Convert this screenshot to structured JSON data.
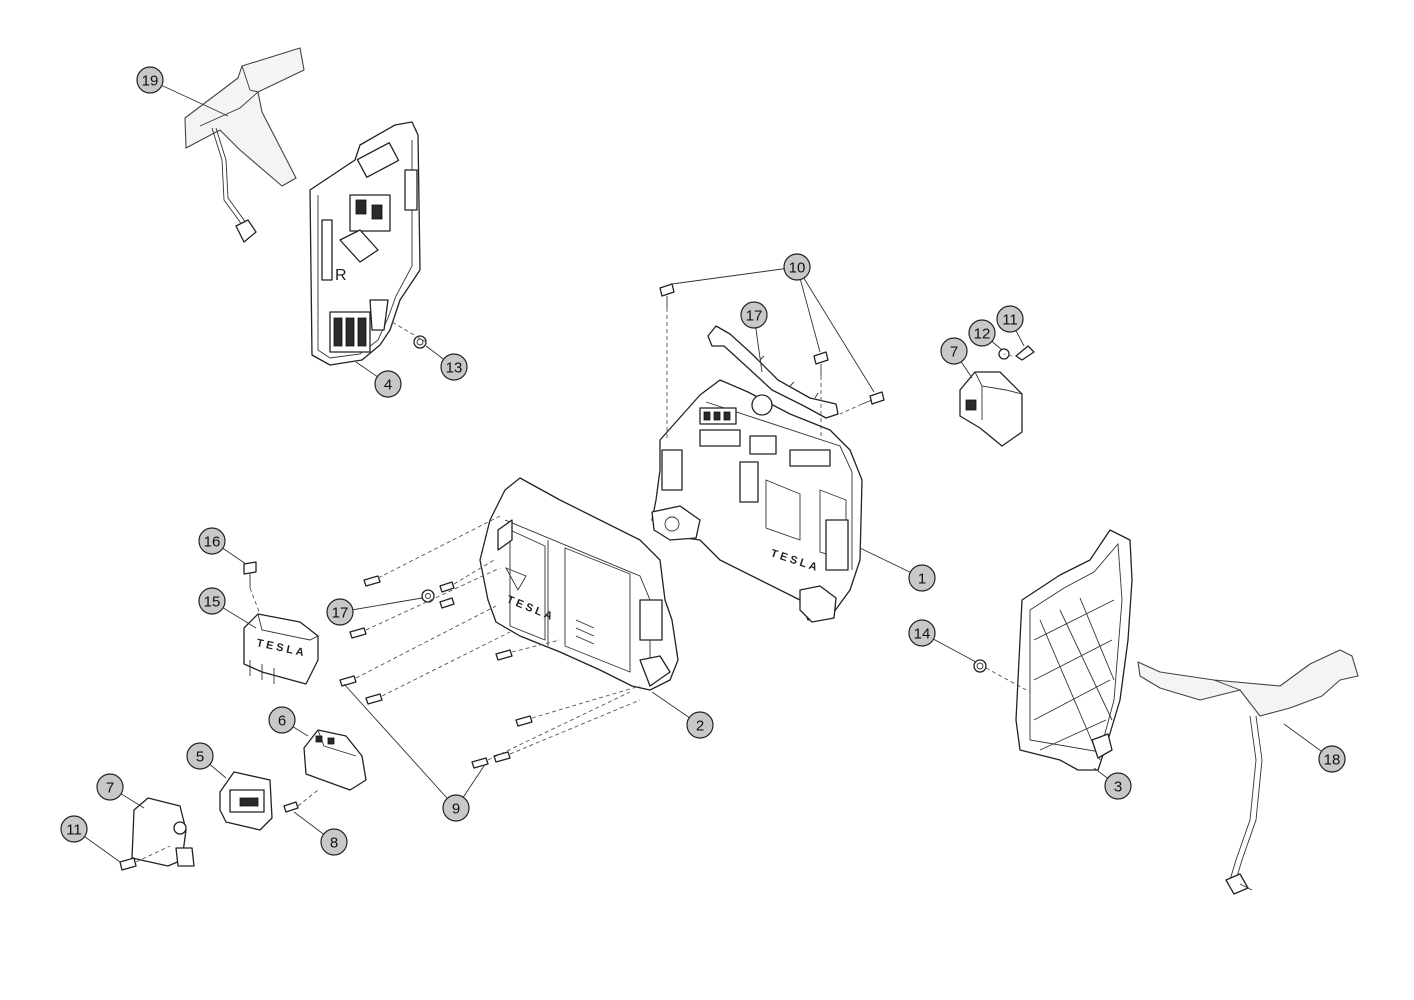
{
  "diagram": {
    "brand_text": "TESLA",
    "callouts": [
      {
        "id": "c1",
        "label": "1"
      },
      {
        "id": "c2",
        "label": "2"
      },
      {
        "id": "c3",
        "label": "3"
      },
      {
        "id": "c4",
        "label": "4"
      },
      {
        "id": "c5",
        "label": "5"
      },
      {
        "id": "c6",
        "label": "6"
      },
      {
        "id": "c7a",
        "label": "7"
      },
      {
        "id": "c7b",
        "label": "7"
      },
      {
        "id": "c8",
        "label": "8"
      },
      {
        "id": "c9",
        "label": "9"
      },
      {
        "id": "c10",
        "label": "10"
      },
      {
        "id": "c11a",
        "label": "11"
      },
      {
        "id": "c11b",
        "label": "11"
      },
      {
        "id": "c12",
        "label": "12"
      },
      {
        "id": "c13a",
        "label": "13"
      },
      {
        "id": "c13b",
        "label": "13"
      },
      {
        "id": "c14",
        "label": "14"
      },
      {
        "id": "c15",
        "label": "15"
      },
      {
        "id": "c16",
        "label": "16"
      },
      {
        "id": "c17",
        "label": "17"
      },
      {
        "id": "c18",
        "label": "18"
      },
      {
        "id": "c19",
        "label": "19"
      }
    ],
    "colors": {
      "callout_fill": "#c8c8c8",
      "line": "#222222",
      "background": "#ffffff"
    }
  }
}
